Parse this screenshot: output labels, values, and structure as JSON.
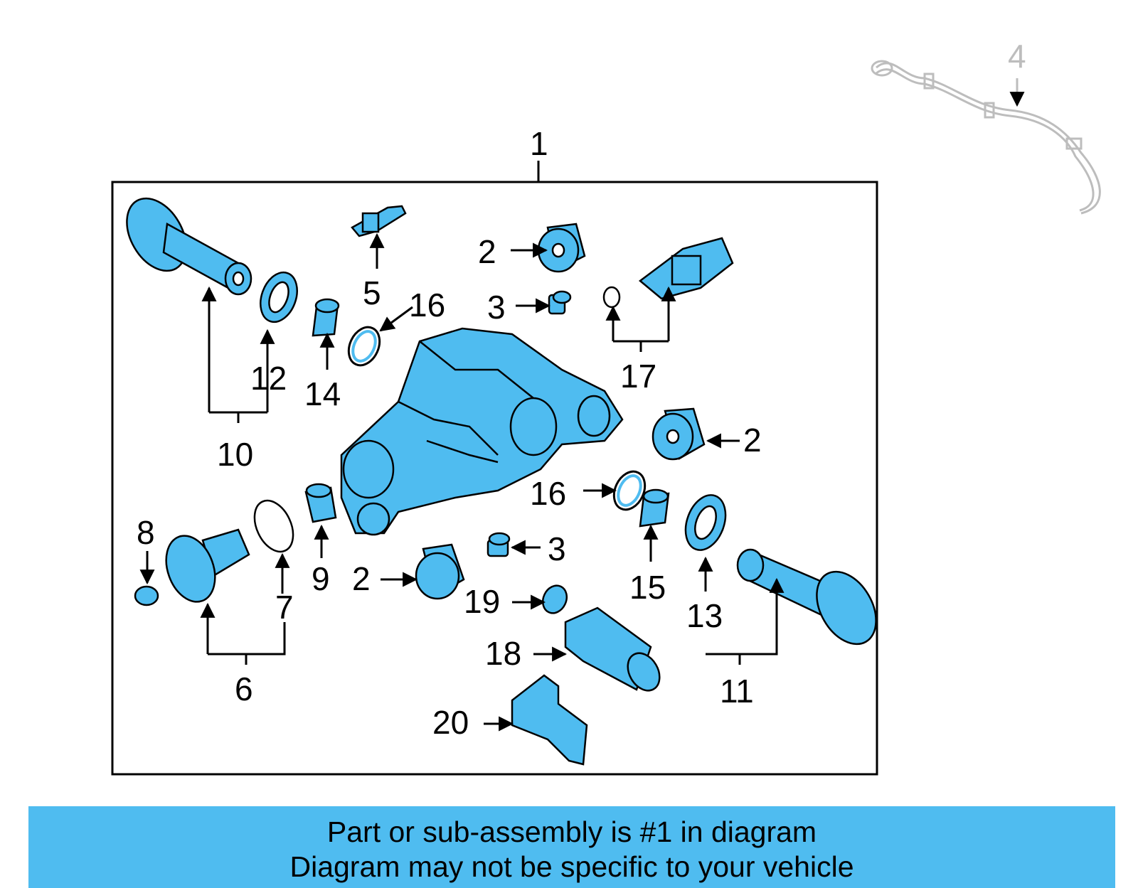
{
  "colors": {
    "part_fill": "#4fbcf0",
    "banner": "#4fbcf0",
    "line": "#000000",
    "ghost": "#bdbdbd"
  },
  "callouts": {
    "c1": "1",
    "c2a": "2",
    "c2b": "2",
    "c2c": "2",
    "c3a": "3",
    "c3b": "3",
    "c4": "4",
    "c5": "5",
    "c6": "6",
    "c7": "7",
    "c8": "8",
    "c9": "9",
    "c10": "10",
    "c11": "11",
    "c12": "12",
    "c13": "13",
    "c14": "14",
    "c15": "15",
    "c16a": "16",
    "c16b": "16",
    "c17": "17",
    "c18": "18",
    "c19": "19",
    "c20": "20"
  },
  "banner": {
    "line1": "Part or sub-assembly is #1 in diagram",
    "line2": "Diagram may not be specific to your vehicle"
  }
}
